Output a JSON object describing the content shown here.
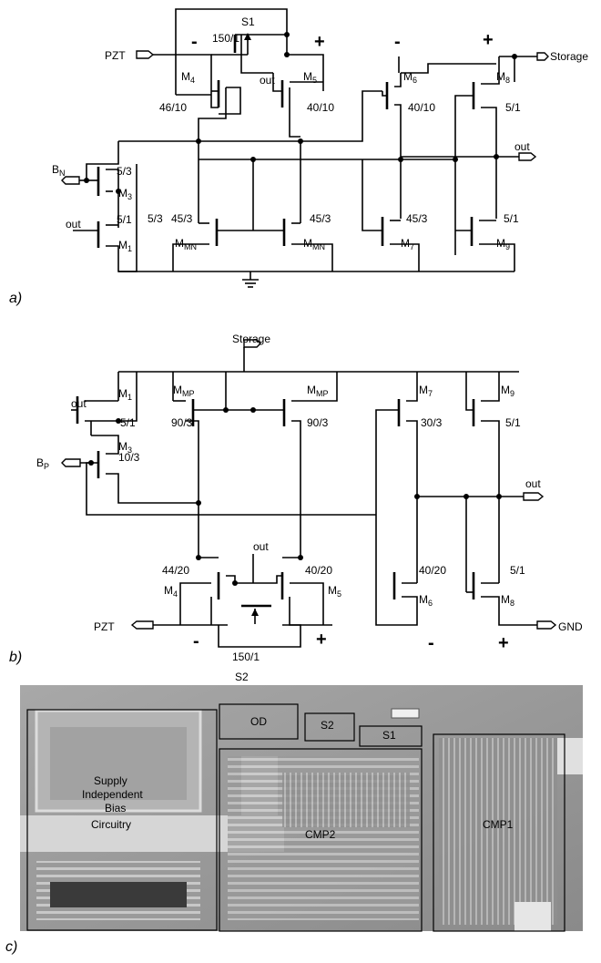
{
  "panel_a": {
    "label": "a)",
    "ports": {
      "pzt": "PZT",
      "storage": "Storage",
      "out_right": "out",
      "bn": "B",
      "bn_sub": "N",
      "out_left": "out",
      "s1_out": "out"
    },
    "switch": {
      "name": "S1",
      "size": "150/1"
    },
    "polarity": {
      "m4_minus": "-",
      "m5_plus": "+",
      "m6_minus": "-",
      "m8_plus": "+"
    },
    "transistors": {
      "m4": {
        "label": "M",
        "sub": "4",
        "size": "46/10"
      },
      "m5": {
        "label": "M",
        "sub": "5",
        "size": "40/10"
      },
      "m6": {
        "label": "M",
        "sub": "6",
        "size": "40/10"
      },
      "m8": {
        "label": "M",
        "sub": "8",
        "size": "5/1"
      },
      "m3": {
        "label": "M",
        "sub": "3",
        "size": "5/3"
      },
      "m1": {
        "label": "M",
        "sub": "1",
        "size": "5/1"
      },
      "mmn_l": {
        "label": "M",
        "sub": "MN",
        "size": "5/3",
        "size2": "45/3"
      },
      "mmn_r": {
        "label": "M",
        "sub": "MN",
        "size": "45/3"
      },
      "m7": {
        "label": "M",
        "sub": "7",
        "size": "45/3"
      },
      "m9": {
        "label": "M",
        "sub": "9",
        "size": "5/1"
      }
    }
  },
  "panel_b": {
    "label": "b)",
    "ports": {
      "storage": "Storage",
      "out_left": "out",
      "bp": "B",
      "bp_sub": "P",
      "out_right": "out",
      "s2_out": "out",
      "pzt": "PZT",
      "gnd": "GND"
    },
    "switch": {
      "name": "S2",
      "size": "150/1"
    },
    "polarity": {
      "m4_minus": "-",
      "m5_plus": "+",
      "m6_minus": "-",
      "m8_plus": "+"
    },
    "transistors": {
      "m1": {
        "label": "M",
        "sub": "1",
        "size": "5/1"
      },
      "m3": {
        "label": "M",
        "sub": "3",
        "size": "10/3"
      },
      "mmp_l": {
        "label": "M",
        "sub": "MP",
        "size": "90/3"
      },
      "mmp_r": {
        "label": "M",
        "sub": "MP",
        "size": "90/3"
      },
      "m7": {
        "label": "M",
        "sub": "7",
        "size": "30/3"
      },
      "m9": {
        "label": "M",
        "sub": "9",
        "size": "5/1"
      },
      "m4": {
        "label": "M",
        "sub": "4",
        "size": "44/20"
      },
      "m5": {
        "label": "M",
        "sub": "5",
        "size": "40/20"
      },
      "m6": {
        "label": "M",
        "sub": "6",
        "size": "40/20"
      },
      "m8": {
        "label": "M",
        "sub": "8",
        "size": "5/1"
      }
    }
  },
  "panel_c": {
    "label": "c)",
    "blocks": {
      "bias_line1": "Supply",
      "bias_line2": "Independent",
      "bias_line3": "Bias",
      "bias_line4": "Circuitry",
      "od": "OD",
      "s2": "S2",
      "s1": "S1",
      "cmp2": "CMP2",
      "cmp1": "CMP1"
    }
  }
}
